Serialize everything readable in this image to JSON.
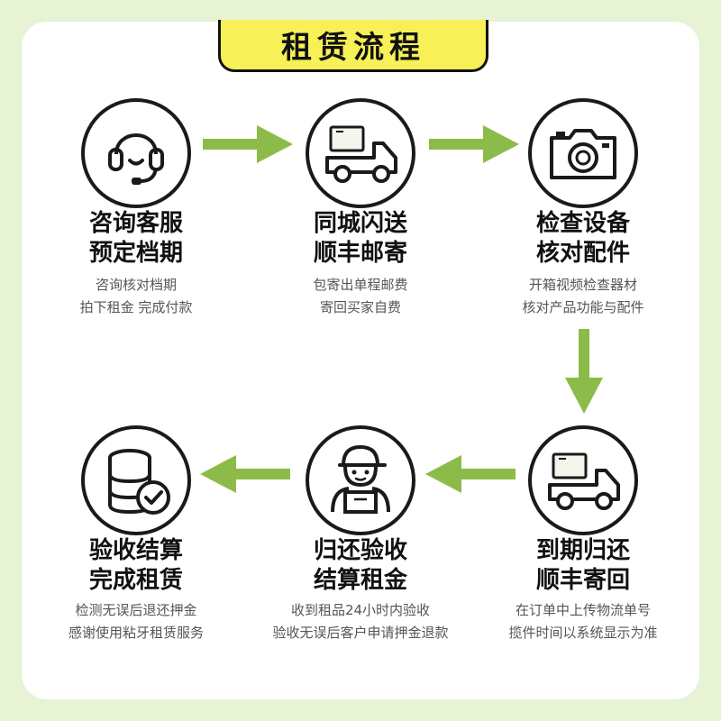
{
  "title": "租赁流程",
  "accent_color": "#8dbb4a",
  "steps": [
    {
      "icon": "headset-icon",
      "title_line1": "咨询客服",
      "title_line2": "预定档期",
      "desc_line1": "咨询核对档期",
      "desc_line2": "拍下租金 完成付款"
    },
    {
      "icon": "delivery-truck-icon",
      "title_line1": "同城闪送",
      "title_line2": "顺丰邮寄",
      "desc_line1": "包寄出单程邮费",
      "desc_line2": "寄回买家自费"
    },
    {
      "icon": "camera-icon",
      "title_line1": "检查设备",
      "title_line2": "核对配件",
      "desc_line1": "开箱视频检查器材",
      "desc_line2": "核对产品功能与配件"
    },
    {
      "icon": "delivery-truck-icon",
      "title_line1": "到期归还",
      "title_line2": "顺丰寄回",
      "desc_line1": "在订单中上传物流单号",
      "desc_line2": "揽件时间以系统显示为准"
    },
    {
      "icon": "delivery-worker-icon",
      "title_line1": "归还验收",
      "title_line2": "结算租金",
      "desc_line1": "收到租品24小时内验收",
      "desc_line2": "验收无误后客户申请押金退款"
    },
    {
      "icon": "database-check-icon",
      "title_line1": "验收结算",
      "title_line2": "完成租赁",
      "desc_line1": "检测无误后退还押金",
      "desc_line2": "感谢使用粘牙租赁服务"
    }
  ]
}
